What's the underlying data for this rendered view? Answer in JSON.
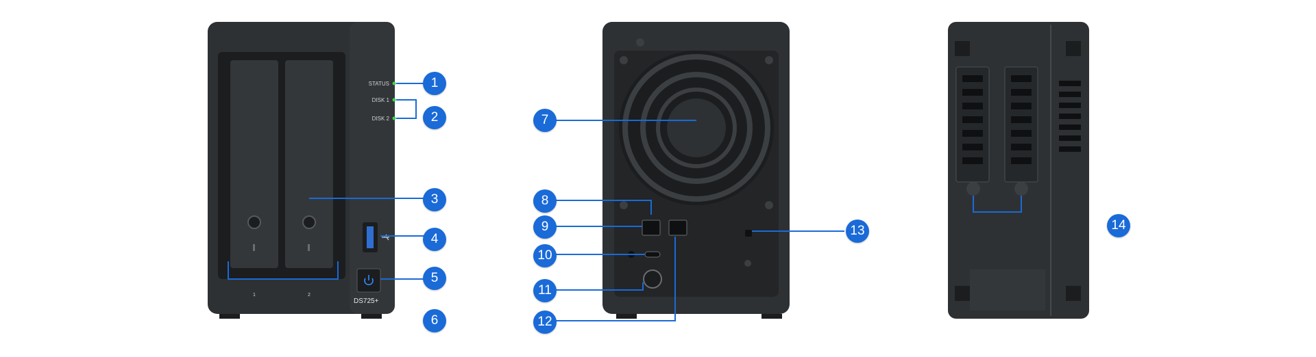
{
  "colors": {
    "callout": "#1a6ad8",
    "line": "#1a6ad8",
    "chassis": "#2e3133",
    "chassis_dark": "#1e2022",
    "led": "#39d353"
  },
  "front": {
    "led_labels": [
      "STATUS",
      "DISK 1",
      "DISK 2"
    ],
    "bay_numbers": [
      "1",
      "2"
    ],
    "model": "DS725+",
    "icons": [
      "usb-icon",
      "power-icon"
    ]
  },
  "callouts": [
    "1",
    "2",
    "3",
    "4",
    "5",
    "6",
    "7",
    "8",
    "9",
    "10",
    "11",
    "12",
    "13",
    "14"
  ]
}
